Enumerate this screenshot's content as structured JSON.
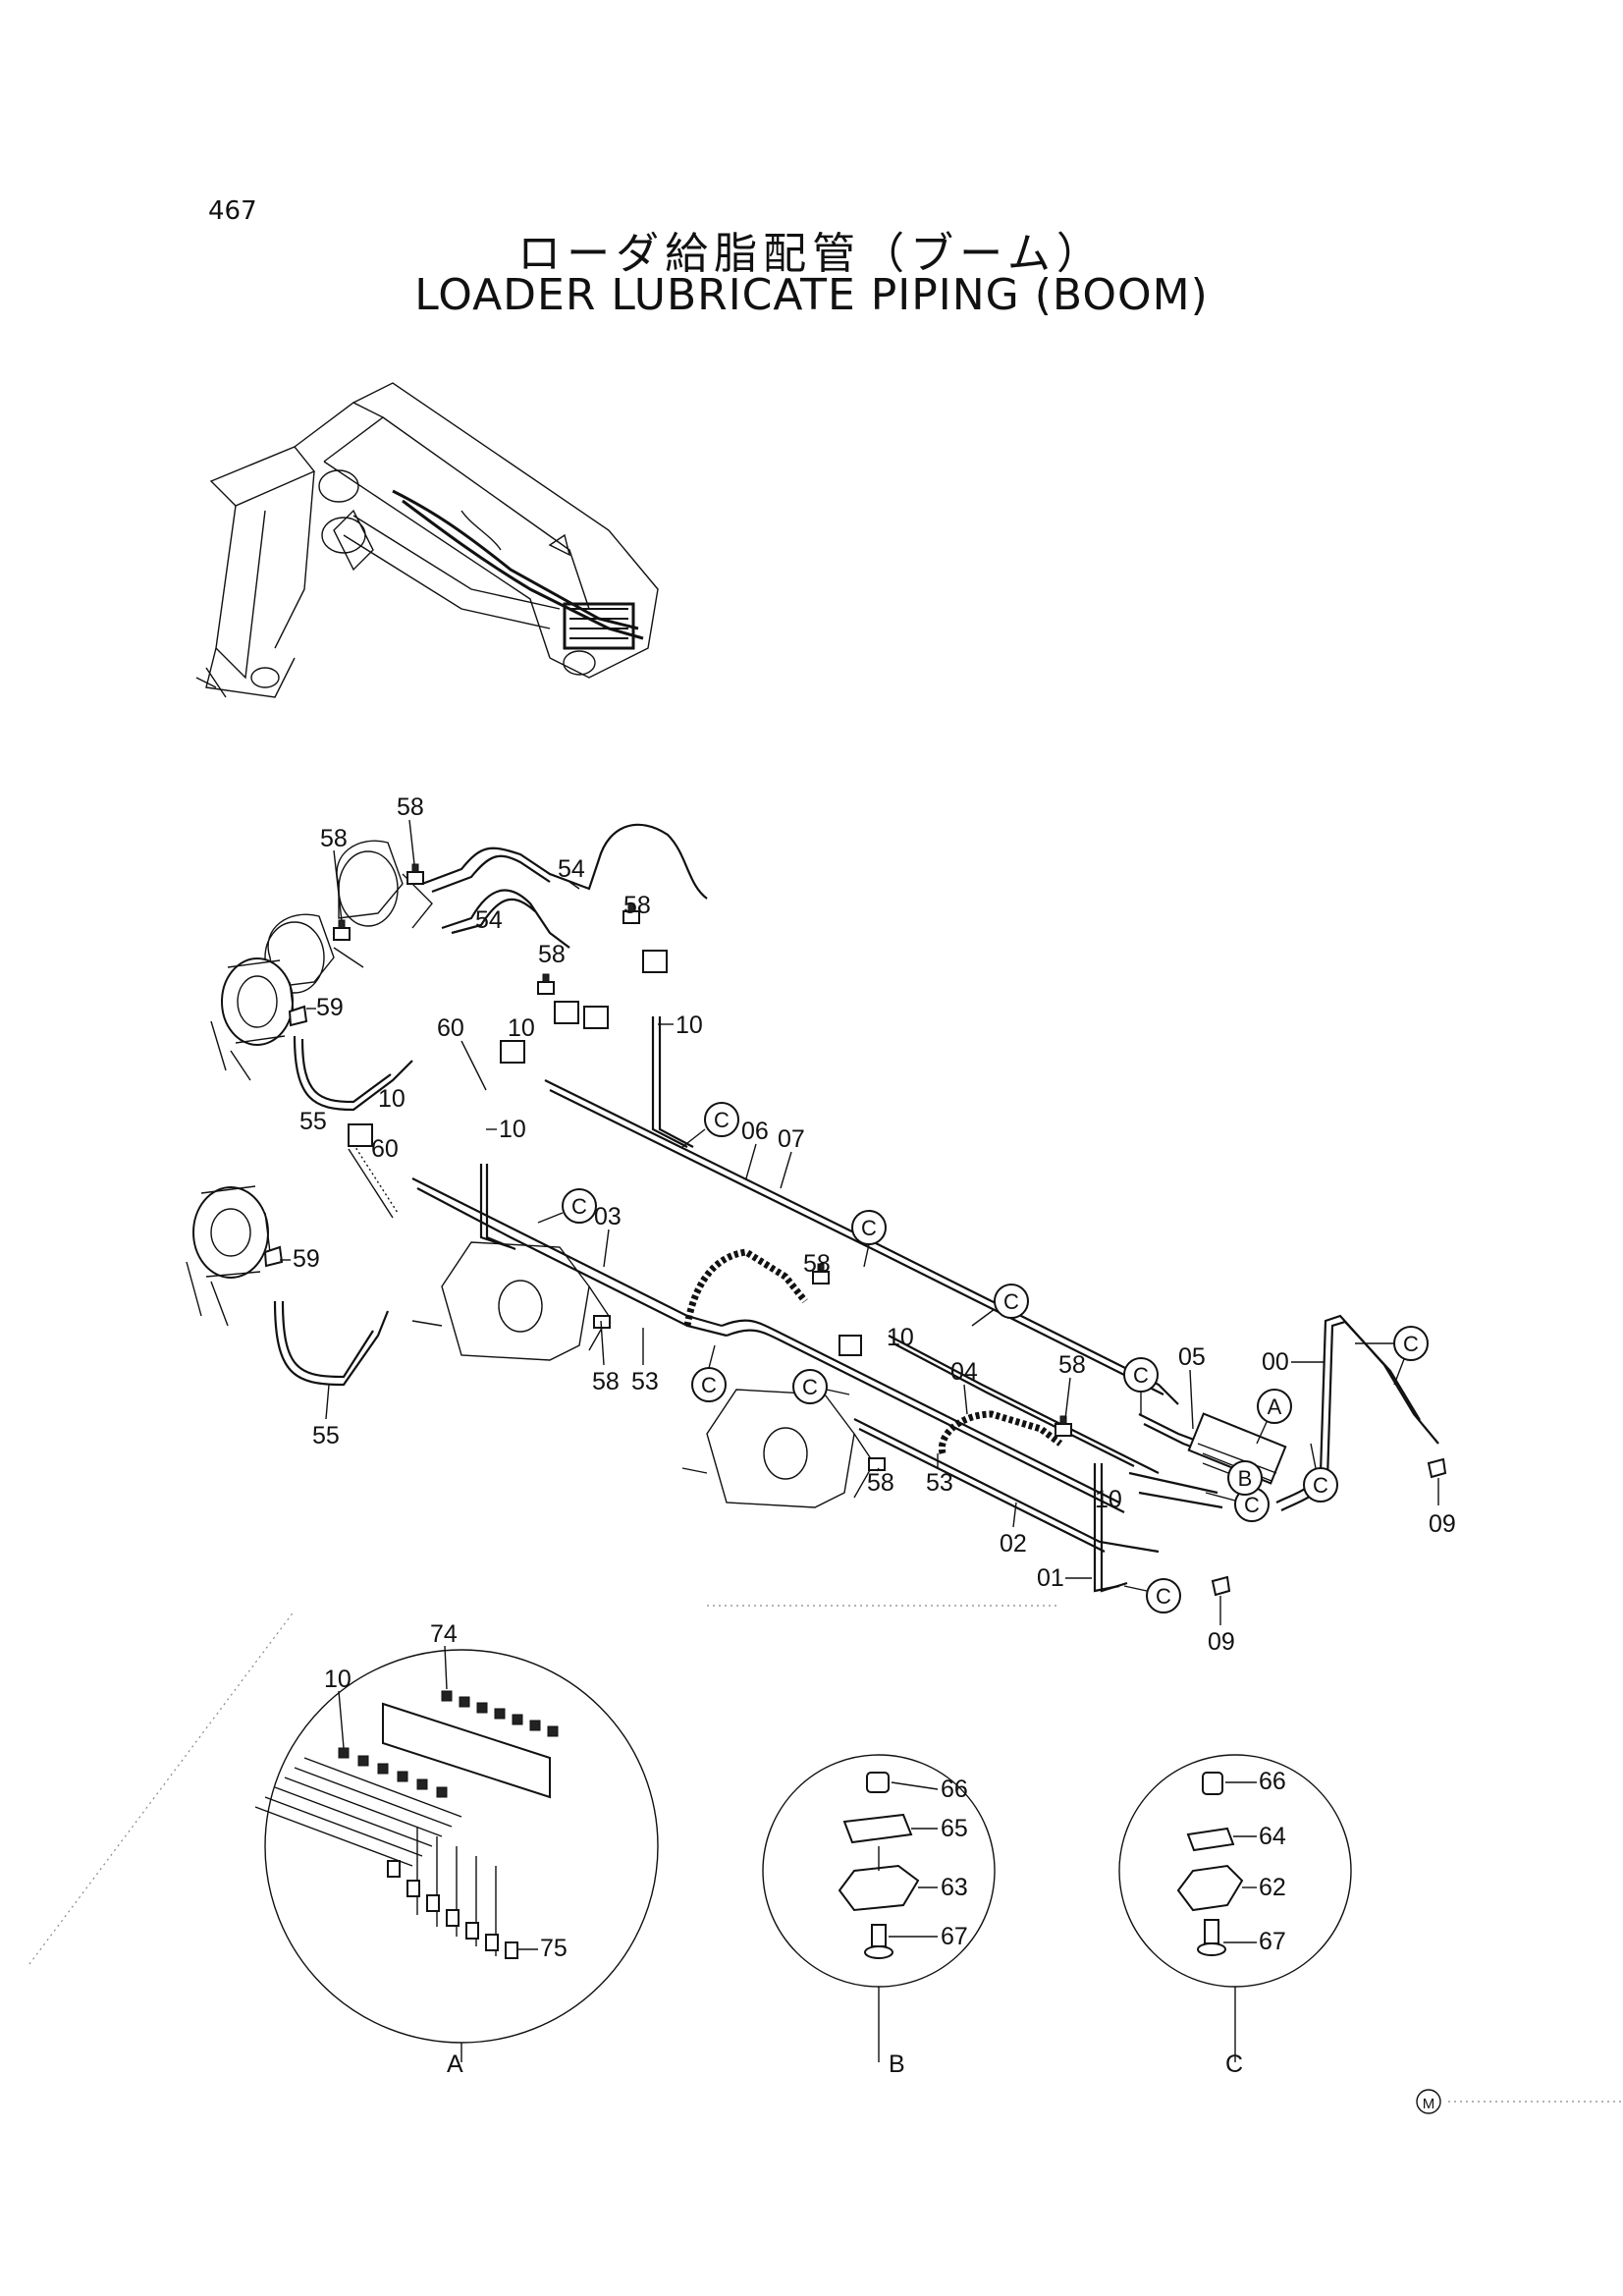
{
  "page_number": "467",
  "title_jp": "ローダ給脂配管（ブーム）",
  "title_en": "LOADER LUBRICATE PIPING (BOOM)",
  "callouts": {
    "c58a": "58",
    "c58b": "58",
    "c58c": "58",
    "c58d": "58",
    "c58e": "58",
    "c58f": "58",
    "c58g": "58",
    "c58h": "58",
    "c54a": "54",
    "c54b": "54",
    "c59a": "59",
    "c59b": "59",
    "c60a": "60",
    "c60b": "60",
    "c10a": "10",
    "c10b": "10",
    "c10c": "10",
    "c10d": "10",
    "c10e": "10",
    "c10f": "10",
    "c10g": "10",
    "c55a": "55",
    "c55b": "55",
    "c03": "03",
    "c06": "06",
    "c07": "07",
    "c53a": "53",
    "c53b": "53",
    "c04": "04",
    "c05": "05",
    "c00": "00",
    "c02": "02",
    "c01": "01",
    "c09a": "09",
    "c09b": "09",
    "c74": "74",
    "c75": "75",
    "c66a": "66",
    "c65": "65",
    "c63": "63",
    "c67a": "67",
    "c66b": "66",
    "c64": "64",
    "c62": "62",
    "c67b": "67"
  },
  "circle_markers": {
    "C": "C",
    "A": "A",
    "B": "B"
  },
  "detail_labels": {
    "A": "A",
    "B": "B",
    "C": "C"
  },
  "corner_mark": "M"
}
